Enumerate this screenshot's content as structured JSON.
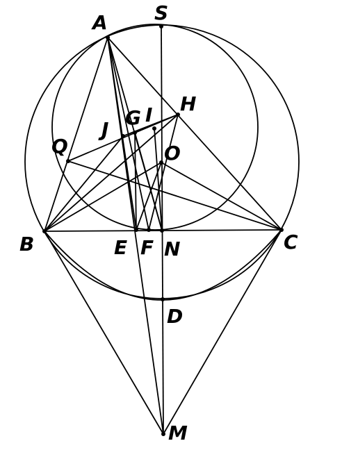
{
  "points": {
    "A": "A",
    "S": "S",
    "G": "G",
    "I": "I",
    "H": "H",
    "J": "J",
    "Q": "Q",
    "O": "O",
    "B": "B",
    "E": "E",
    "F": "F",
    "N": "N",
    "C": "C",
    "D": "D",
    "M": "M"
  },
  "colors": {
    "stroke": "#000000",
    "background": "#ffffff"
  }
}
